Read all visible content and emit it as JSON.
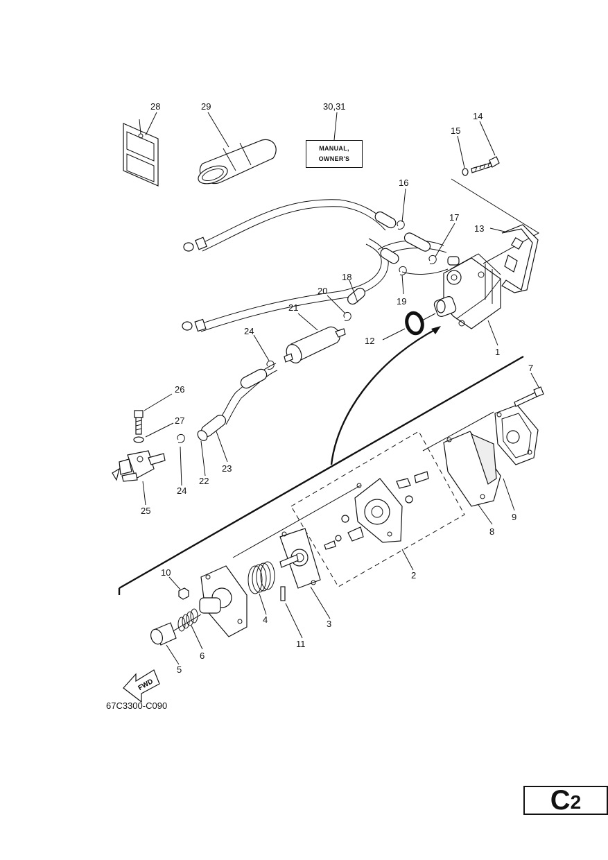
{
  "labels": {
    "p1": "1",
    "p2": "2",
    "p3": "3",
    "p4": "4",
    "p5": "5",
    "p6": "6",
    "p7": "7",
    "p8": "8",
    "p9": "9",
    "p10": "10",
    "p11": "11",
    "p12": "12",
    "p13": "13",
    "p14": "14",
    "p15": "15",
    "p16": "16",
    "p17": "17",
    "p18": "18",
    "p19": "19",
    "p20": "20",
    "p21": "21",
    "p22": "22",
    "p23": "23",
    "p24a": "24",
    "p24b": "24",
    "p25": "25",
    "p26": "26",
    "p27": "27",
    "p28": "28",
    "p29": "29",
    "p3031": "30,31"
  },
  "manual": {
    "line1": "MANUAL,",
    "line2": "OWNER'S"
  },
  "fwd_text": "FWD",
  "figure_code": "67C3300-C090",
  "page_code": {
    "letter": "C",
    "number": "2"
  }
}
